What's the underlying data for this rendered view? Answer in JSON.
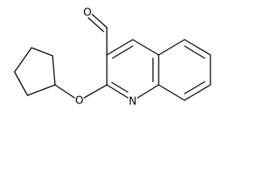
{
  "molecule": {
    "atoms": {
      "oxygen_aldehyde": "O",
      "oxygen_ether": "O",
      "nitrogen_ring": "N"
    }
  }
}
